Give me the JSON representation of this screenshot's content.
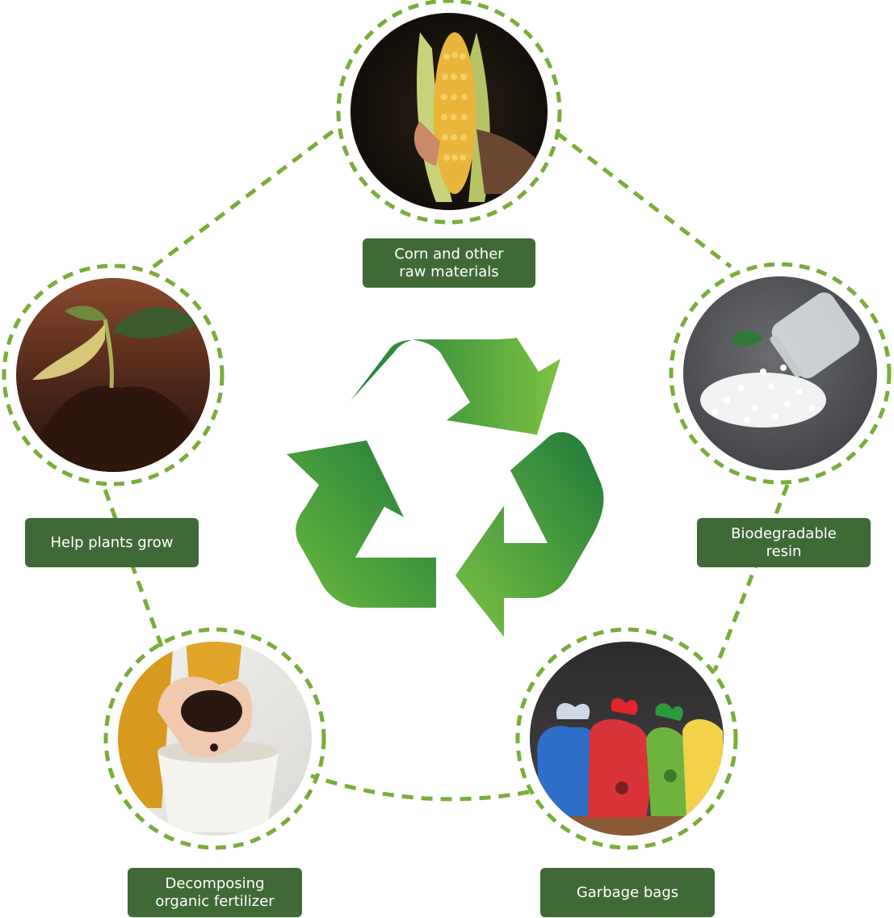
{
  "colors": {
    "dash_green": "#79ad3a",
    "label_bg": "#3f6a35",
    "label_text": "#ffffff",
    "arrow_dark": "#1e7a3a",
    "arrow_light": "#7cc242"
  },
  "cycle": [
    {
      "id": "corn",
      "label": "Corn and other\nraw materials",
      "photo": "corn-cob-photo"
    },
    {
      "id": "resin",
      "label": "Biodegradable\nresin",
      "photo": "resin-pellets-photo"
    },
    {
      "id": "bags",
      "label": "Garbage bags",
      "photo": "garbage-bags-photo"
    },
    {
      "id": "fertilizer",
      "label": "Decomposing\norganic fertilizer",
      "photo": "compost-soil-photo"
    },
    {
      "id": "plants",
      "label": "Help plants grow",
      "photo": "seedling-photo"
    }
  ],
  "center_icon": "recycle-icon"
}
